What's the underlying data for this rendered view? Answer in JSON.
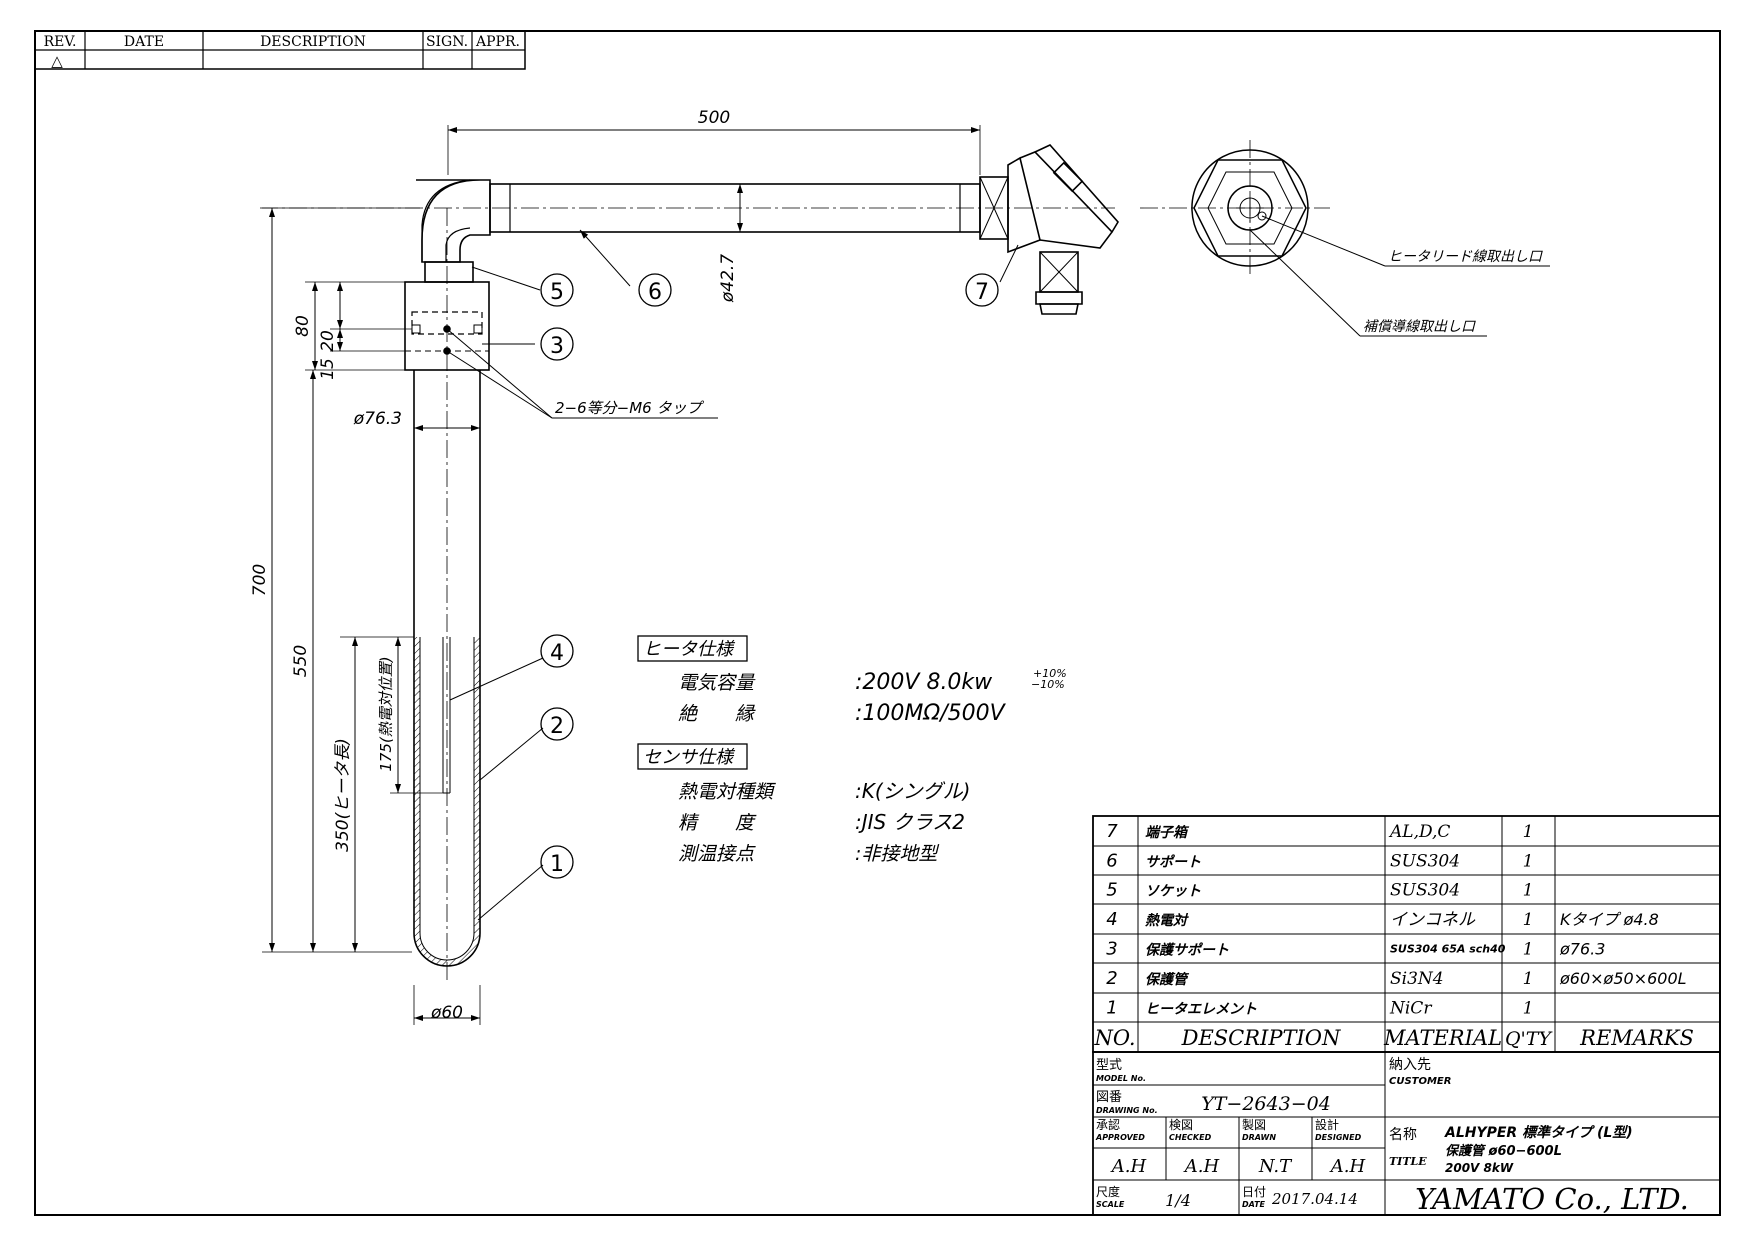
{
  "revision_block": {
    "headers": [
      "REV.",
      "DATE",
      "DESCRIPTION",
      "SIGN.",
      "APPR."
    ],
    "rev_symbol": "△"
  },
  "dimensions": {
    "overall_length": "500",
    "tube_dia": "ø42.7",
    "overall_height": "700",
    "d80": "80",
    "d20": "20",
    "d15": "15",
    "dia_763": "ø76.3",
    "tap": "2−6等分−M6 タップ",
    "d550": "550",
    "d350": "350(ヒータ長)",
    "d175": "175(熱電対位置)",
    "dia_60": "ø60"
  },
  "callouts": [
    "①",
    "②",
    "③",
    "④",
    "⑤",
    "⑥",
    "⑦"
  ],
  "end_view": {
    "heater_lead": "ヒータリード線取出し口",
    "comp_wire": "補償導線取出し口"
  },
  "heater_spec": {
    "title": "ヒータ仕様",
    "rows": [
      {
        "label": "電気容量",
        "value": ":200V 8.0kw",
        "sup": "+10%",
        "sub": "−10%"
      },
      {
        "label": "絶　　縁",
        "value": ":100MΩ/500V"
      }
    ]
  },
  "sensor_spec": {
    "title": "センサ仕様",
    "rows": [
      {
        "label": "熱電対種類",
        "value": ":K(シングル)"
      },
      {
        "label": "精　　度",
        "value": ":JIS クラス2"
      },
      {
        "label": "測温接点",
        "value": ":非接地型"
      }
    ]
  },
  "parts": [
    {
      "no": "7",
      "desc": "端子箱",
      "material": "AL,D,C",
      "qty": "1",
      "remarks": ""
    },
    {
      "no": "6",
      "desc": "サポート",
      "material": "SUS304",
      "qty": "1",
      "remarks": ""
    },
    {
      "no": "5",
      "desc": "ソケット",
      "material": "SUS304",
      "qty": "1",
      "remarks": ""
    },
    {
      "no": "4",
      "desc": "熱電対",
      "material": "インコネル",
      "qty": "1",
      "remarks": "Kタイプ ø4.8"
    },
    {
      "no": "3",
      "desc": "保護サポート",
      "material": "SUS304 65A sch40",
      "qty": "1",
      "remarks": "ø76.3"
    },
    {
      "no": "2",
      "desc": "保護管",
      "material": "Si3N4",
      "qty": "1",
      "remarks": "ø60×ø50×600L"
    },
    {
      "no": "1",
      "desc": "ヒータエレメント",
      "material": "NiCr",
      "qty": "1",
      "remarks": ""
    }
  ],
  "parts_header": {
    "no": "NO.",
    "desc": "DESCRIPTION",
    "material": "MATERIAL",
    "qty": "Q'TY",
    "remarks": "REMARKS"
  },
  "title_block": {
    "model_jp": "型式",
    "model_en": "MODEL No.",
    "drawing_jp": "図番",
    "drawing_en": "DRAWING No.",
    "drawing_no": "YT−2643−04",
    "customer_jp": "納入先",
    "customer_en": "CUSTOMER",
    "approved_jp": "承認",
    "approved_en": "APPROVED",
    "approved": "A.H",
    "checked_jp": "検図",
    "checked_en": "CHECKED",
    "checked": "A.H",
    "drawn_jp": "製図",
    "drawn_en": "DRAWN",
    "drawn": "N.T",
    "designed_jp": "設計",
    "designed_en": "DESIGNED",
    "designed": "A.H",
    "name_jp": "名称",
    "title_en": "TITLE",
    "title_line1": "ALHYPER 標準タイプ (L型)",
    "title_line2": "保護管 ø60−600L",
    "title_line3": "200V 8kW",
    "scale_jp": "尺度",
    "scale_en": "SCALE",
    "scale": "1/4",
    "date_jp": "日付",
    "date_en": "DATE",
    "date": "2017.04.14",
    "company": "YAMATO Co., LTD."
  }
}
